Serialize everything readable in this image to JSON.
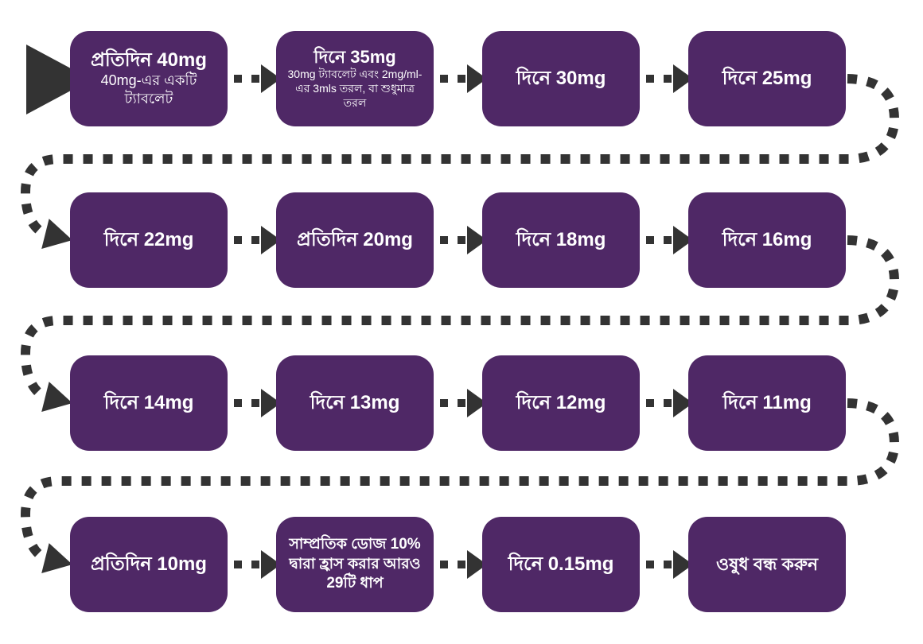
{
  "diagram": {
    "type": "flowchart",
    "language": "Bengali",
    "rows": 4,
    "cols": 4
  },
  "colors": {
    "box_fill": "#4f2866",
    "arrow": "#333333",
    "text": "#ffffff",
    "background": "#ffffff"
  },
  "steps": [
    {
      "title": "প্রতিদিন 40mg",
      "subtitle": "40mg-এর একটি ট্যাবলেট"
    },
    {
      "title": "দিনে 35mg",
      "subtitle": "30mg ট্যাবলেট এবং 2mg/ml-এর 3mls তরল, বা শুধুমাত্র তরল"
    },
    {
      "title": "দিনে 30mg"
    },
    {
      "title": "দিনে 25mg"
    },
    {
      "title": "দিনে 22mg"
    },
    {
      "title": "প্রতিদিন 20mg"
    },
    {
      "title": "দিনে 18mg"
    },
    {
      "title": "দিনে 16mg"
    },
    {
      "title": "দিনে 14mg"
    },
    {
      "title": "দিনে 13mg"
    },
    {
      "title": "দিনে 12mg"
    },
    {
      "title": "দিনে 11mg"
    },
    {
      "title": "প্রতিদিন 10mg"
    },
    {
      "title": "সাম্প্রতিক ডোজ 10% দ্বারা হ্রাস করার আরও 29টি ধাপ"
    },
    {
      "title": "দিনে 0.15mg"
    },
    {
      "title": "ওষুধ বন্ধ করুন"
    }
  ]
}
